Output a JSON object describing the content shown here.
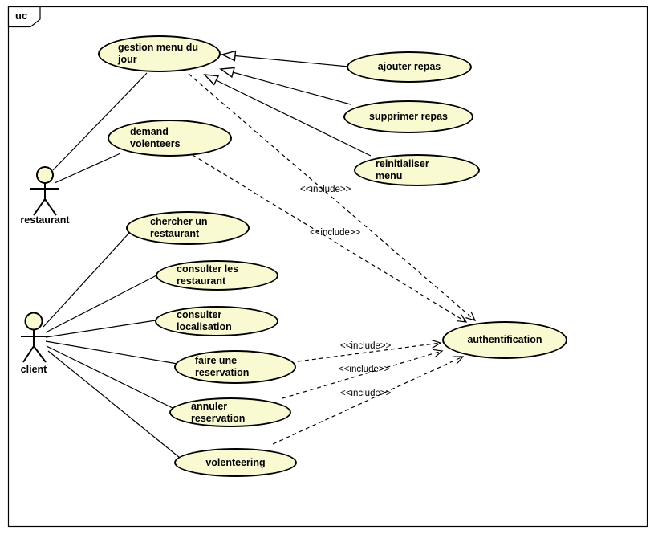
{
  "frame": {
    "label": "uc"
  },
  "colors": {
    "usecase_fill": "#FAFAD2",
    "stroke": "#000000",
    "background": "#FFFFFF"
  },
  "actors": [
    {
      "label": "restaurant"
    },
    {
      "label": "client"
    }
  ],
  "use_cases": [
    {
      "label": "gestion menu du jour"
    },
    {
      "label": "ajouter repas"
    },
    {
      "label": "supprimer repas"
    },
    {
      "label": "reinitialiser menu"
    },
    {
      "label": "demand volenteers"
    },
    {
      "label": "chercher un restaurant"
    },
    {
      "label": "consulter les restaurant"
    },
    {
      "label": "consulter localisation"
    },
    {
      "label": "faire une reservation"
    },
    {
      "label": "annuler reservation"
    },
    {
      "label": "volenteering"
    },
    {
      "label": "authentification"
    }
  ],
  "relationships": {
    "associations": [
      {
        "from": "restaurant",
        "to": "gestion menu du jour"
      },
      {
        "from": "restaurant",
        "to": "demand volenteers"
      },
      {
        "from": "client",
        "to": "chercher un restaurant"
      },
      {
        "from": "client",
        "to": "consulter les restaurant"
      },
      {
        "from": "client",
        "to": "consulter localisation"
      },
      {
        "from": "client",
        "to": "faire une reservation"
      },
      {
        "from": "client",
        "to": "annuler reservation"
      },
      {
        "from": "client",
        "to": "volenteering"
      }
    ],
    "generalizations": [
      {
        "from": "ajouter repas",
        "to": "gestion menu du jour"
      },
      {
        "from": "supprimer repas",
        "to": "gestion menu du jour"
      },
      {
        "from": "reinitialiser menu",
        "to": "gestion menu du jour"
      }
    ],
    "includes": [
      {
        "from": "gestion menu du jour",
        "to": "authentification",
        "label": "<<include>>"
      },
      {
        "from": "demand volenteers",
        "to": "authentification",
        "label": "<<include>>"
      },
      {
        "from": "faire une reservation",
        "to": "authentification",
        "label": "<<include>>"
      },
      {
        "from": "annuler reservation",
        "to": "authentification",
        "label": "<<include>>"
      },
      {
        "from": "volenteering",
        "to": "authentification",
        "label": "<<include>>"
      }
    ]
  }
}
